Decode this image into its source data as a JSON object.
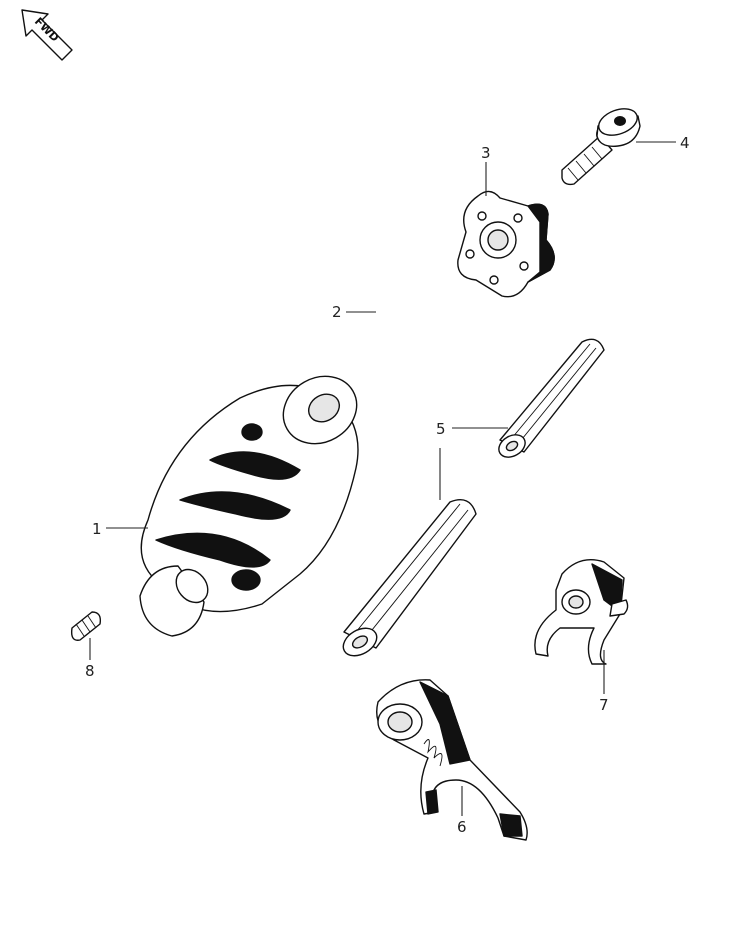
{
  "fwd_label": "FWD",
  "callouts": {
    "drum": "1",
    "pins": "2",
    "star_plate": "3",
    "bolt": "4",
    "shaft_upper": "5",
    "shaft_lower": "",
    "fork_large": "6",
    "fork_small": "7",
    "dowel": "8"
  }
}
